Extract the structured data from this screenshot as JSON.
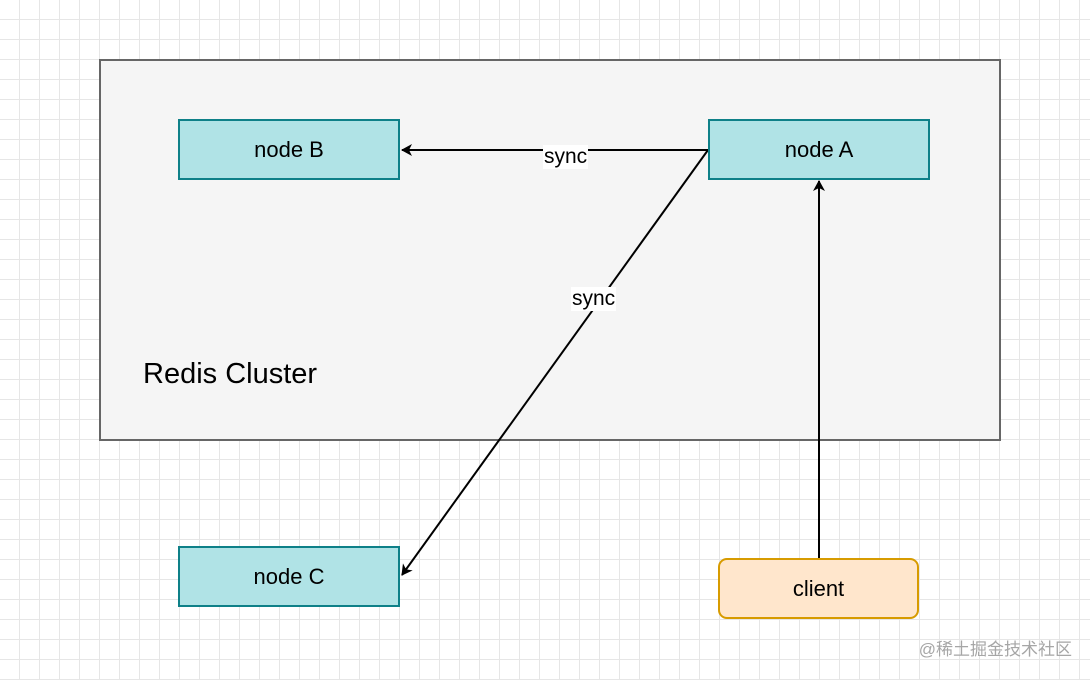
{
  "diagram": {
    "cluster_label": "Redis Cluster",
    "nodes": {
      "node_a": "node A",
      "node_b": "node B",
      "node_c": "node C",
      "client": "client"
    },
    "edges": {
      "a_to_b": "sync",
      "a_to_c": "sync",
      "client_to_a": ""
    }
  },
  "watermark": "@稀土掘金技术社区",
  "colors": {
    "grid_line": "#e6e6e6",
    "cluster_fill": "#f5f5f5",
    "cluster_border": "#666666",
    "node_fill": "#b0e3e6",
    "node_border": "#0e8088",
    "client_fill": "#ffe6cc",
    "client_border": "#d79b00",
    "edge": "#000000"
  }
}
